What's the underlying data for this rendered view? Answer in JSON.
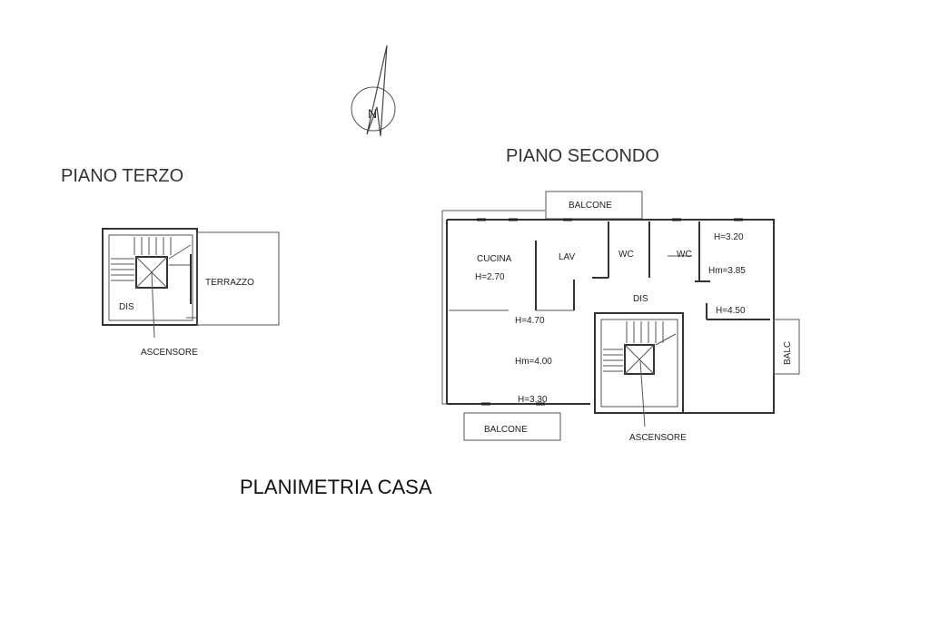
{
  "titles": {
    "third_floor": "PIANO TERZO",
    "second_floor": "PIANO SECONDO",
    "caption": "PLANIMETRIA CASA"
  },
  "third_floor": {
    "dis": "DIS",
    "terrazzo": "TERRAZZO",
    "ascensore": "ASCENSORE"
  },
  "second_floor": {
    "balcone_top": "BALCONE",
    "balcone_bottom": "BALCONE",
    "balc_side": "BALC",
    "cucina": "CUCINA",
    "cucina_h": "H=2.70",
    "lav": "LAV",
    "wc1": "WC",
    "wc2": "WC",
    "h320": "H=3.20",
    "hm385": "Hm=3.85",
    "dis": "DIS",
    "h450": "H=4.50",
    "h470": "H=4.70",
    "hm400": "Hm=4.00",
    "h330": "H=3.30",
    "ascensore": "ASCENSORE"
  },
  "compass": {
    "north_letter": "N"
  }
}
